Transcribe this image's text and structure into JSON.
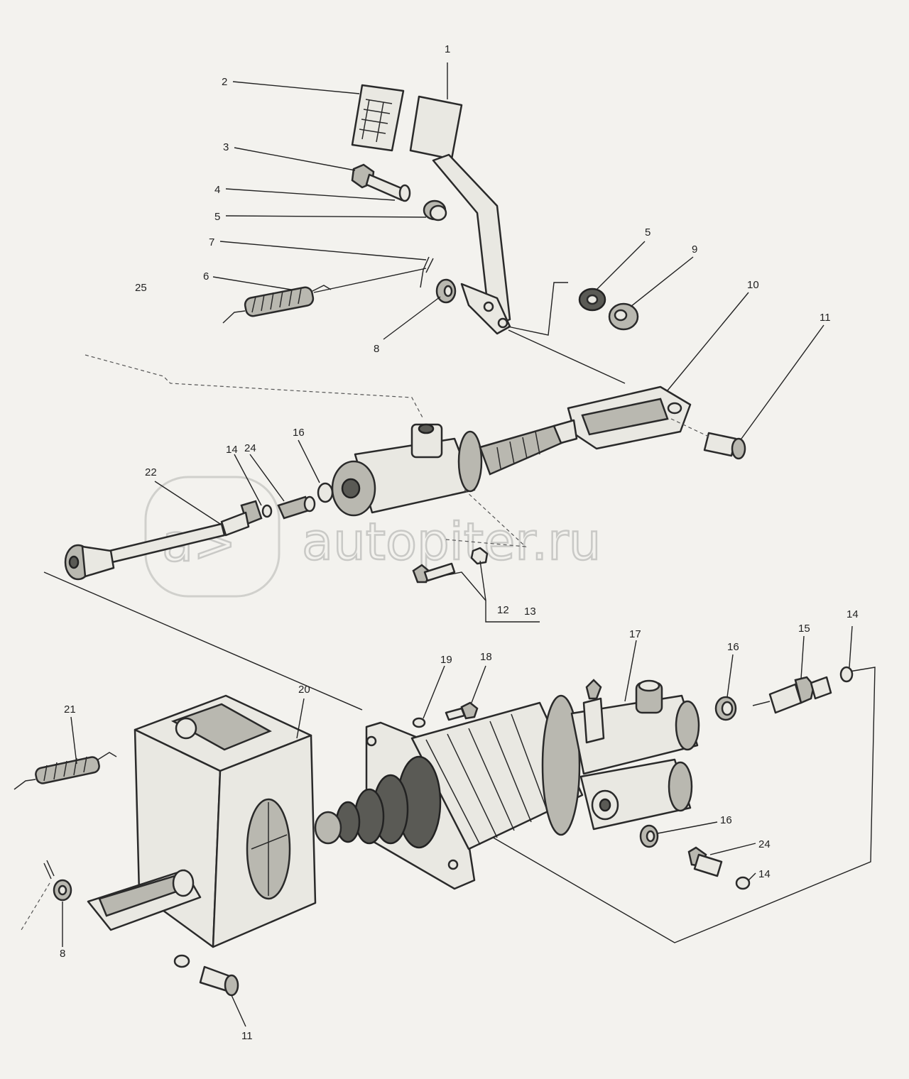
{
  "watermark": {
    "text": "autopiter.ru",
    "logo_glyph": "a>"
  },
  "callouts": [
    {
      "id": "c1",
      "text": "1"
    },
    {
      "id": "c2",
      "text": "2"
    },
    {
      "id": "c3",
      "text": "3"
    },
    {
      "id": "c4",
      "text": "4"
    },
    {
      "id": "c5a",
      "text": "5"
    },
    {
      "id": "c7",
      "text": "7"
    },
    {
      "id": "c6",
      "text": "6"
    },
    {
      "id": "c25",
      "text": "25"
    },
    {
      "id": "c8a",
      "text": "8"
    },
    {
      "id": "c5b",
      "text": "5"
    },
    {
      "id": "c9",
      "text": "9"
    },
    {
      "id": "c10",
      "text": "10"
    },
    {
      "id": "c11a",
      "text": "11"
    },
    {
      "id": "c16a",
      "text": "16"
    },
    {
      "id": "c14a",
      "text": "14"
    },
    {
      "id": "c24a",
      "text": "24"
    },
    {
      "id": "c22",
      "text": "22"
    },
    {
      "id": "c12",
      "text": "12"
    },
    {
      "id": "c13",
      "text": "13"
    },
    {
      "id": "c17",
      "text": "17"
    },
    {
      "id": "c19",
      "text": "19"
    },
    {
      "id": "c18",
      "text": "18"
    },
    {
      "id": "c16b",
      "text": "16"
    },
    {
      "id": "c15",
      "text": "15"
    },
    {
      "id": "c14b",
      "text": "14"
    },
    {
      "id": "c21",
      "text": "21"
    },
    {
      "id": "c20",
      "text": "20"
    },
    {
      "id": "c16c",
      "text": "16"
    },
    {
      "id": "c24b",
      "text": "24"
    },
    {
      "id": "c14c",
      "text": "14"
    },
    {
      "id": "c8b",
      "text": "8"
    },
    {
      "id": "c11b",
      "text": "11"
    }
  ]
}
